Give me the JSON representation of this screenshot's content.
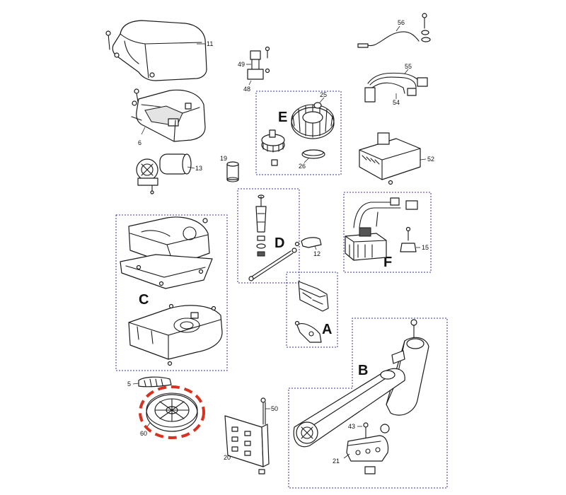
{
  "groups": {
    "a": "A",
    "b": "B",
    "c": "C",
    "d": "D",
    "e": "E",
    "f": "F"
  },
  "callouts": {
    "p5": "5",
    "p6": "6",
    "p11": "11",
    "p12": "12",
    "p13": "13",
    "p15": "15",
    "p19": "19",
    "p20": "20",
    "p21": "21",
    "p25": "25",
    "p26": "26",
    "p43": "43",
    "p48": "48",
    "p49": "49",
    "p50": "50",
    "p52": "52",
    "p54": "54",
    "p55": "55",
    "p56": "56",
    "p60": "60"
  },
  "colors": {
    "group_box": "#3333aa",
    "highlight": "#d9311f",
    "line": "#1a1a1a"
  }
}
